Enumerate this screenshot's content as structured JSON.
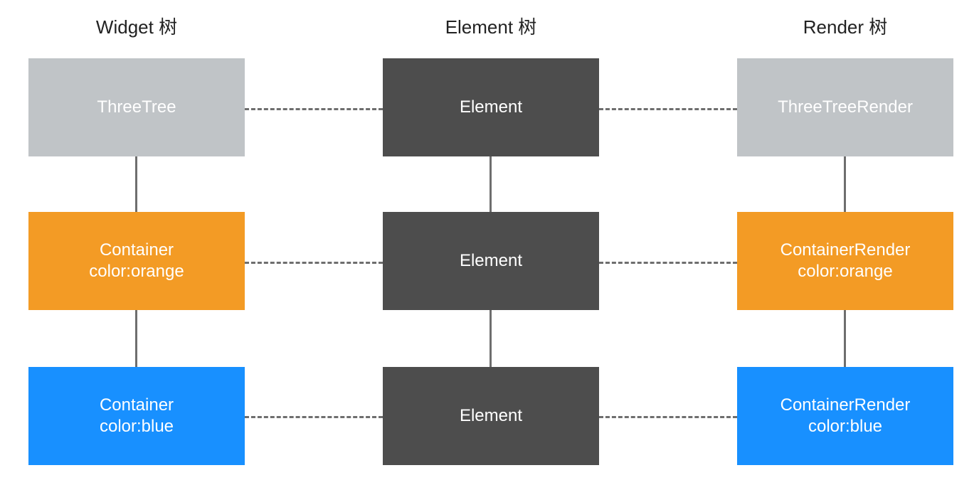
{
  "columns": [
    {
      "title": "Widget 树"
    },
    {
      "title": "Element 树"
    },
    {
      "title": "Render 树"
    }
  ],
  "colors": {
    "gray": "#c0c4c7",
    "dark": "#4d4d4d",
    "orange": "#f39b25",
    "blue": "#1890ff",
    "connector": "#6e6e6e"
  },
  "widget_nodes": [
    {
      "lines": [
        "ThreeTree"
      ],
      "color": "#c0c4c7"
    },
    {
      "lines": [
        "Container",
        "color:orange"
      ],
      "color": "#f39b25"
    },
    {
      "lines": [
        "Container",
        "color:blue"
      ],
      "color": "#1890ff"
    }
  ],
  "element_nodes": [
    {
      "lines": [
        "Element"
      ],
      "color": "#4d4d4d"
    },
    {
      "lines": [
        "Element"
      ],
      "color": "#4d4d4d"
    },
    {
      "lines": [
        "Element"
      ],
      "color": "#4d4d4d"
    }
  ],
  "render_nodes": [
    {
      "lines": [
        "ThreeTreeRender"
      ],
      "color": "#c0c4c7"
    },
    {
      "lines": [
        "ContainerRender",
        "color:orange"
      ],
      "color": "#f39b25"
    },
    {
      "lines": [
        "ContainerRender",
        "color:blue"
      ],
      "color": "#1890ff"
    }
  ]
}
